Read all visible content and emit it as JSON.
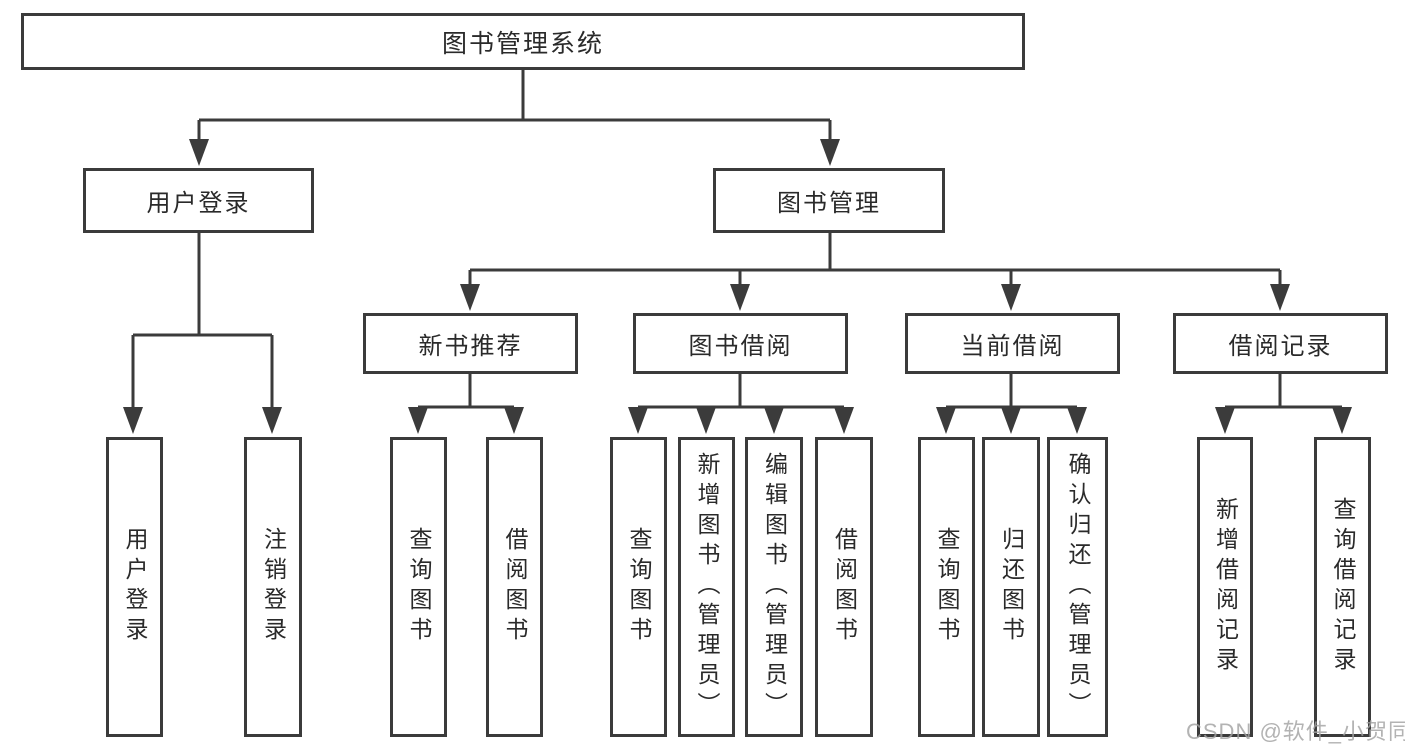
{
  "diagram": {
    "root": {
      "label": "图书管理系统"
    },
    "level2": [
      {
        "id": "user-login",
        "label": "用户登录"
      },
      {
        "id": "book-management",
        "label": "图书管理"
      }
    ],
    "level3": [
      {
        "id": "new-book-recommend",
        "label": "新书推荐"
      },
      {
        "id": "book-borrowing",
        "label": "图书借阅"
      },
      {
        "id": "current-borrowing",
        "label": "当前借阅"
      },
      {
        "id": "borrowing-records",
        "label": "借阅记录"
      }
    ],
    "leaves": {
      "user_login": [
        "用户登录",
        "注销登录"
      ],
      "new_book_recommend": [
        "查询图书",
        "借阅图书"
      ],
      "book_borrowing": [
        "查询图书",
        "新增图书（管理员）",
        "编辑图书（管理员）",
        "借阅图书"
      ],
      "current_borrowing": [
        "查询图书",
        "归还图书",
        "确认归还（管理员）"
      ],
      "borrowing_records": [
        "新增借阅记录",
        "查询借阅记录"
      ]
    }
  },
  "watermark": {
    "text": "CSDN @软件_小贺同学"
  },
  "colors": {
    "line": "#3b3b3b",
    "text": "#2a2a2a",
    "background": "#ffffff"
  }
}
